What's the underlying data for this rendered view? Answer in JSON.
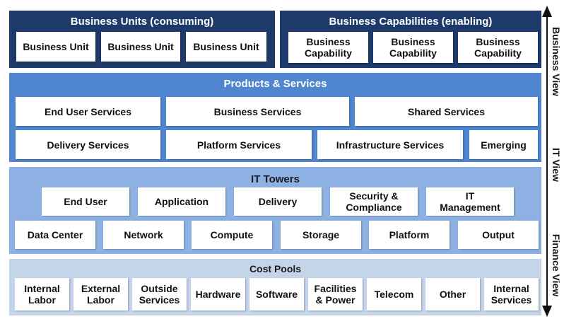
{
  "business_units": {
    "title": "Business Units (consuming)",
    "items": [
      "Business Unit",
      "Business Unit",
      "Business Unit"
    ]
  },
  "business_capabilities": {
    "title": "Business Capabilities (enabling)",
    "items": [
      "Business\nCapability",
      "Business\nCapability",
      "Business\nCapability"
    ]
  },
  "products_services": {
    "title": "Products & Services",
    "row1": [
      "End User Services",
      "Business Services",
      "Shared Services"
    ],
    "row2": [
      "Delivery Services",
      "Platform Services",
      "Infrastructure Services",
      "Emerging"
    ]
  },
  "it_towers": {
    "title": "IT Towers",
    "row1": [
      "End User",
      "Application",
      "Delivery",
      "Security &\nCompliance",
      "IT\nManagement"
    ],
    "row2": [
      "Data Center",
      "Network",
      "Compute",
      "Storage",
      "Platform",
      "Output"
    ]
  },
  "cost_pools": {
    "title": "Cost Pools",
    "items": [
      "Internal\nLabor",
      "External\nLabor",
      "Outside\nServices",
      "Hardware",
      "Software",
      "Facilities\n& Power",
      "Telecom",
      "Other",
      "Internal\nServices"
    ]
  },
  "views": {
    "business": "Business View",
    "it": "IT View",
    "finance": "Finance View"
  },
  "colors": {
    "business_layer": "#1e3a6b",
    "products_layer": "#4f86cf",
    "towers_layer": "#8db1e3",
    "cost_pools_layer": "#c4d5ea"
  }
}
